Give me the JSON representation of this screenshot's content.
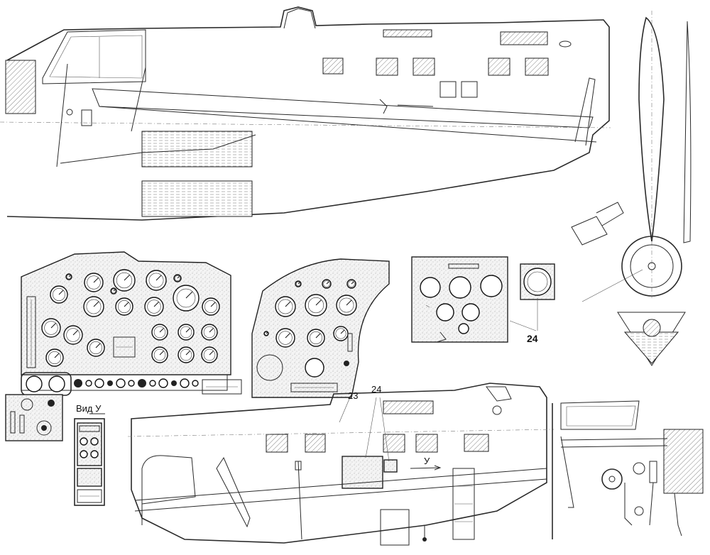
{
  "callouts": {
    "ref_23": "23",
    "ref_24_bottom": "24",
    "ref_24_right": "24",
    "view_label": "Вид У",
    "view_arrow_label": "У"
  },
  "views": [
    "fuselage-side-view-upper",
    "main-instrument-panel",
    "side-instrument-panel",
    "aux-instrument-panel",
    "single-gauge",
    "propeller-front-view",
    "fuselage-side-view-lower",
    "cockpit-side-view",
    "view-u-console"
  ]
}
